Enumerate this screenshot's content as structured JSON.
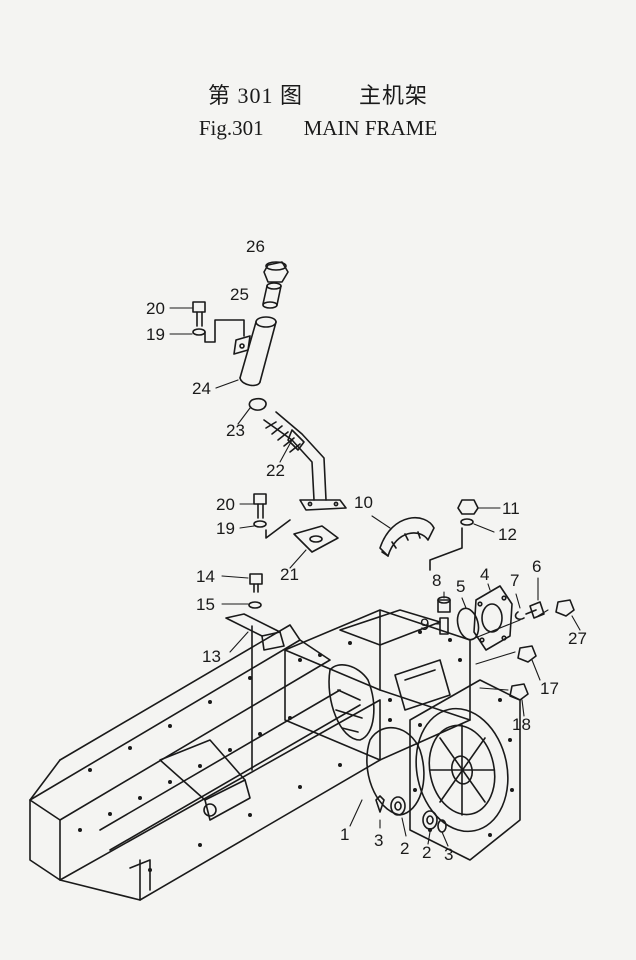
{
  "title": {
    "zh_fig": "第 301 图",
    "zh_name": "主机架",
    "en_fig": "Fig.301",
    "en_name": "MAIN FRAME"
  },
  "callouts": {
    "c26": "26",
    "c25": "25",
    "c20a": "20",
    "c19a": "19",
    "c24": "24",
    "c23": "23",
    "c22": "22",
    "c20b": "20",
    "c19b": "19",
    "c21": "21",
    "c10": "10",
    "c11": "11",
    "c12": "12",
    "c14": "14",
    "c15": "15",
    "c13": "13",
    "c8": "8",
    "c5": "5",
    "c4": "4",
    "c7": "7",
    "c6": "6",
    "c9": "9",
    "c27": "27",
    "c17": "17",
    "c18": "18",
    "c1": "1",
    "c3a": "3",
    "c2a": "2",
    "c2b": "2",
    "c3b": "3"
  }
}
